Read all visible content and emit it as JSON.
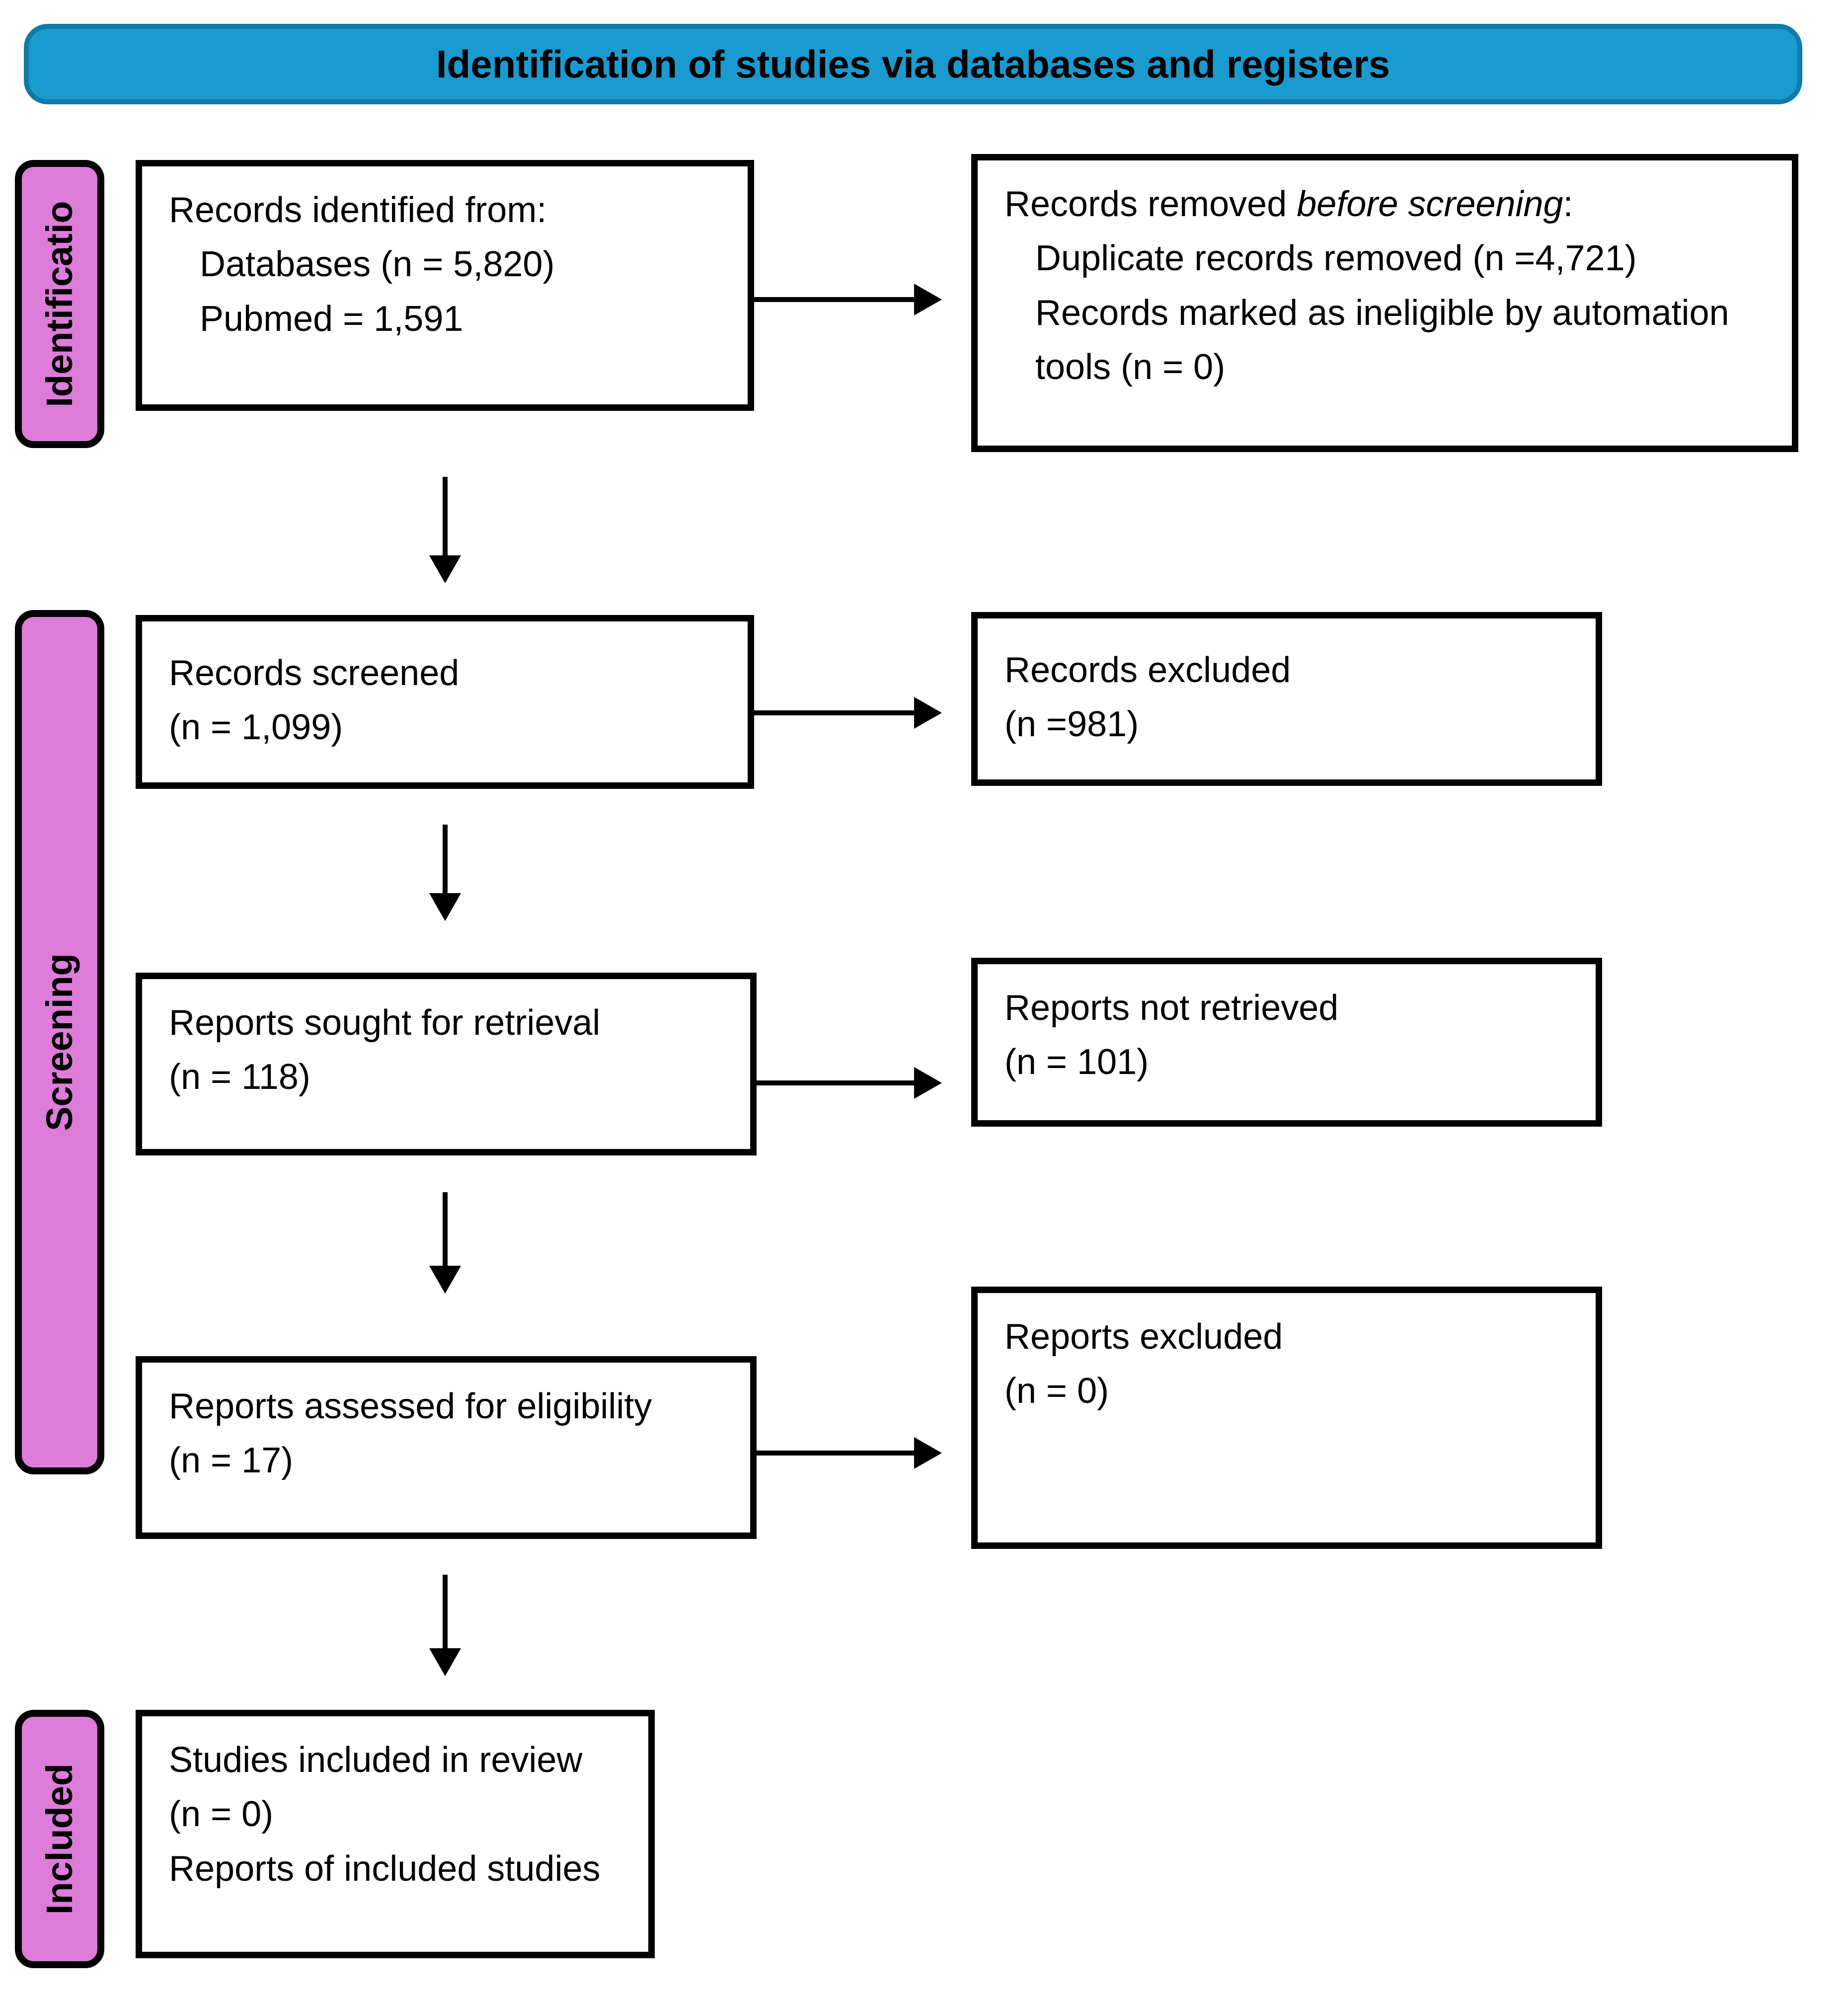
{
  "header": {
    "title": "Identification of studies via databases and registers",
    "bg_color": "#1a9bd0",
    "border_color": "#0f7ba6"
  },
  "phases": {
    "band_color": "#dd7cd9",
    "identification": {
      "label": "Identificatio"
    },
    "screening": {
      "label": "Screening"
    },
    "included": {
      "label": "Included"
    }
  },
  "boxes": {
    "records_identified": {
      "title": "Records identified from:",
      "item_databases": "Databases (n = 5,820)",
      "item_pubmed": "Pubmed = 1,591"
    },
    "records_removed": {
      "title_prefix": "Records removed ",
      "title_italic": "before screening",
      "title_suffix": ":",
      "item_duplicates": "Duplicate records removed (n =4,721)",
      "item_automation": "Records marked as ineligible by automation tools (n = 0)"
    },
    "records_screened": {
      "title": "Records screened",
      "count": "(n = 1,099)"
    },
    "records_excluded": {
      "title": "Records excluded",
      "count": "(n =981)"
    },
    "reports_sought": {
      "title": "Reports sought for retrieval",
      "count": "(n = 118)"
    },
    "reports_not_retrieved": {
      "title": "Reports not retrieved",
      "count": "(n = 101)"
    },
    "reports_assessed": {
      "title": "Reports assessed for eligibility",
      "count": "(n = 17)"
    },
    "reports_excluded": {
      "title": "Reports excluded",
      "count": "(n = 0)"
    },
    "studies_included": {
      "title": "Studies included in review",
      "count": "(n = 0)",
      "reports_line": "Reports of included studies"
    }
  },
  "chart_data": {
    "type": "flowchart",
    "title": "Identification of studies via databases and registers",
    "stages": [
      {
        "phase": "Identification",
        "node": "Records identified from: Databases (n = 5,820); Pubmed = 1,591",
        "value": 5820,
        "excluded_node": "Records removed before screening: Duplicate records removed (n =4,721); Records marked as ineligible by automation tools (n = 0)",
        "excluded_value": 4721
      },
      {
        "phase": "Screening",
        "node": "Records screened (n = 1,099)",
        "value": 1099,
        "excluded_node": "Records excluded (n =981)",
        "excluded_value": 981
      },
      {
        "phase": "Screening",
        "node": "Reports sought for retrieval (n = 118)",
        "value": 118,
        "excluded_node": "Reports not retrieved (n = 101)",
        "excluded_value": 101
      },
      {
        "phase": "Screening",
        "node": "Reports assessed for eligibility (n = 17)",
        "value": 17,
        "excluded_node": "Reports excluded (n = 0)",
        "excluded_value": 0
      },
      {
        "phase": "Included",
        "node": "Studies included in review (n = 0); Reports of included studies",
        "value": 0,
        "excluded_node": null,
        "excluded_value": null
      }
    ]
  }
}
